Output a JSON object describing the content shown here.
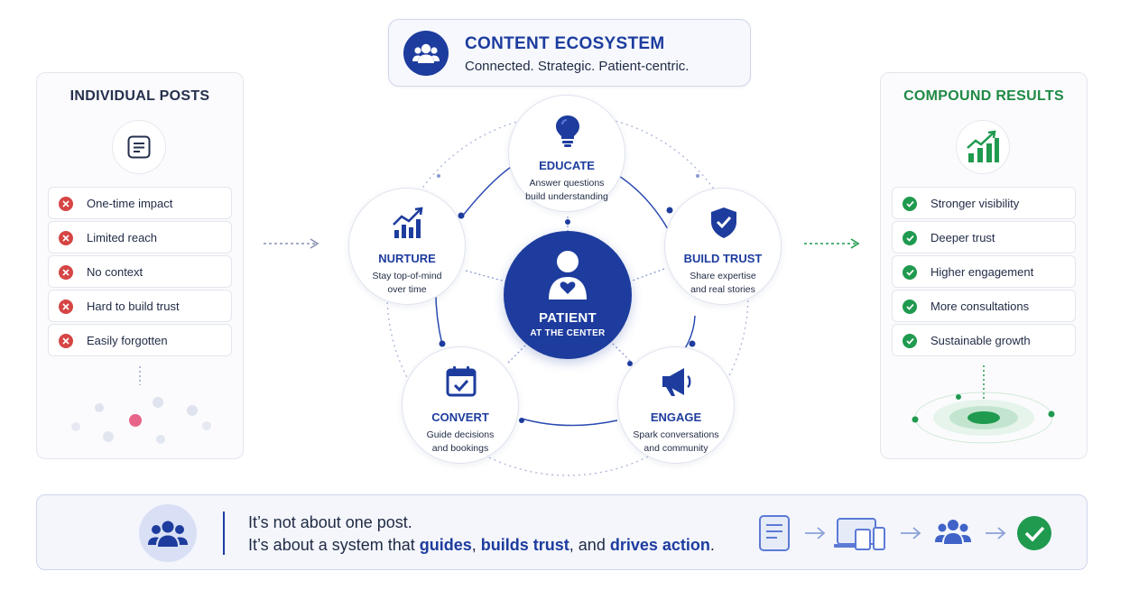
{
  "header": {
    "title": "CONTENT ECOSYSTEM",
    "subtitle": "Connected. Strategic. Patient-centric.",
    "icon": "people-icon"
  },
  "left_panel": {
    "title": "INDIVIDUAL POSTS",
    "icon": "document-icon",
    "items": [
      "One-time impact",
      "Limited reach",
      "No context",
      "Hard to build trust",
      "Easily forgotten"
    ],
    "item_icon": "x-circle-icon",
    "accent": "#d64545"
  },
  "right_panel": {
    "title": "COMPOUND RESULTS",
    "icon": "growth-chart-icon",
    "items": [
      "Stronger visibility",
      "Deeper trust",
      "Higher engagement",
      "More consultations",
      "Sustainable growth"
    ],
    "item_icon": "check-circle-icon",
    "accent": "#1f9a4f"
  },
  "center": {
    "title": "PATIENT",
    "subtitle": "AT THE CENTER",
    "icon": "patient-heart-icon",
    "color": "#1d3c9e"
  },
  "nodes": [
    {
      "id": "educate",
      "title": "EDUCATE",
      "line1": "Answer questions",
      "line2": "build understanding",
      "icon": "lightbulb-icon"
    },
    {
      "id": "build-trust",
      "title": "BUILD TRUST",
      "line1": "Share expertise",
      "line2": "and real stories",
      "icon": "shield-check-icon"
    },
    {
      "id": "engage",
      "title": "ENGAGE",
      "line1": "Spark conversations",
      "line2": "and community",
      "icon": "megaphone-icon"
    },
    {
      "id": "convert",
      "title": "CONVERT",
      "line1": "Guide decisions",
      "line2": "and bookings",
      "icon": "calendar-check-icon"
    },
    {
      "id": "nurture",
      "title": "NURTURE",
      "line1": "Stay top-of-mind",
      "line2": "over time",
      "icon": "bar-growth-icon"
    }
  ],
  "banner": {
    "line1": "It’s not about one post.",
    "line2_prefix": "It’s about a system that ",
    "hl1": "guides",
    "sep1": ", ",
    "hl2": "builds trust",
    "sep2": ", and ",
    "hl3": "drives action",
    "end": ".",
    "flow_icons": [
      "document-icon",
      "devices-icon",
      "people-icon",
      "check-circle-icon"
    ]
  }
}
